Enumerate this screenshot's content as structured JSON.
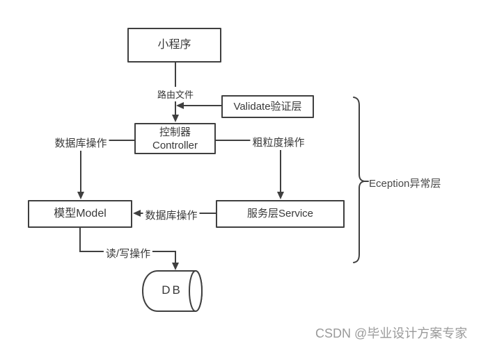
{
  "colors": {
    "background": "#ffffff",
    "line": "#3f3f3f",
    "text": "#383838",
    "watermark": "#9a9a9a"
  },
  "nodes": {
    "miniprogram": {
      "label": "小程序"
    },
    "validate": {
      "label": "Validate验证层"
    },
    "controller": {
      "line1": "控制器",
      "line2": "Controller"
    },
    "model": {
      "label": "模型Model"
    },
    "service": {
      "label": "服务层Service"
    },
    "db": {
      "label": "DB"
    }
  },
  "edges": {
    "route_file": "路由文件",
    "db_operation_left": "数据库操作",
    "coarse_grained": "粗粒度操作",
    "db_operation_mid": "数据库操作",
    "read_write": "读/写操作"
  },
  "annotations": {
    "exception_layer": "Eception异常层"
  },
  "watermark": "CSDN @毕业设计方案专家"
}
